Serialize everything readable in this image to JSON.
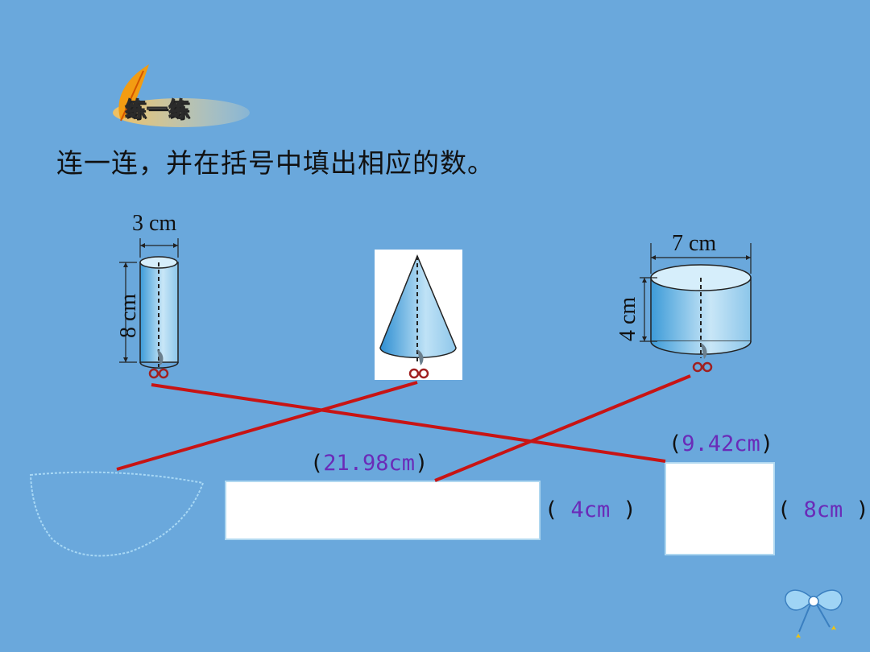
{
  "badge": {
    "title": "练一练"
  },
  "instruction": "连一连，并在括号中填出相应的数。",
  "figures": {
    "cylinder_tall": {
      "diameter_label": "3 cm",
      "height_label": "8 cm"
    },
    "cylinder_wide": {
      "diameter_label": "7 cm",
      "height_label": "4 cm"
    }
  },
  "answers": {
    "arc_length": {
      "open": "(",
      "value": "21.98cm",
      "close": ")"
    },
    "rect_height": {
      "open": "(",
      "value": " 4cm ",
      "close": ")"
    },
    "square_top": {
      "open": "(",
      "value": "9.42cm",
      "close": ")"
    },
    "square_side": {
      "open": "(",
      "value": " 8cm ",
      "close": ")"
    }
  },
  "colors": {
    "background": "#6aa8dc",
    "line": "#c81414",
    "answer": "#6a2bb8"
  },
  "icons": {
    "feather": "feather-icon",
    "scissors": "scissors-icon",
    "bow": "ribbon-bow-icon"
  }
}
